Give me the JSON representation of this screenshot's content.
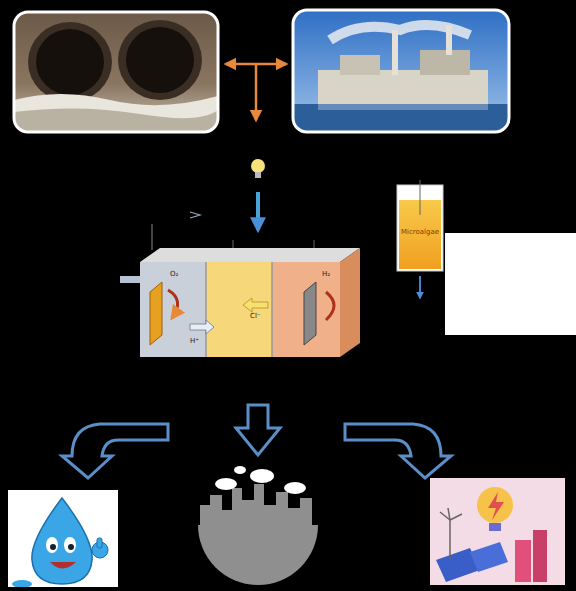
{
  "diagram": {
    "nodes": [
      {
        "text": [
          "Microalgae"
        ]
      }
    ],
    "edges": [],
    "labels": [
      "O₂",
      "H⁺",
      "Cl⁻",
      "H₂"
    ]
  }
}
